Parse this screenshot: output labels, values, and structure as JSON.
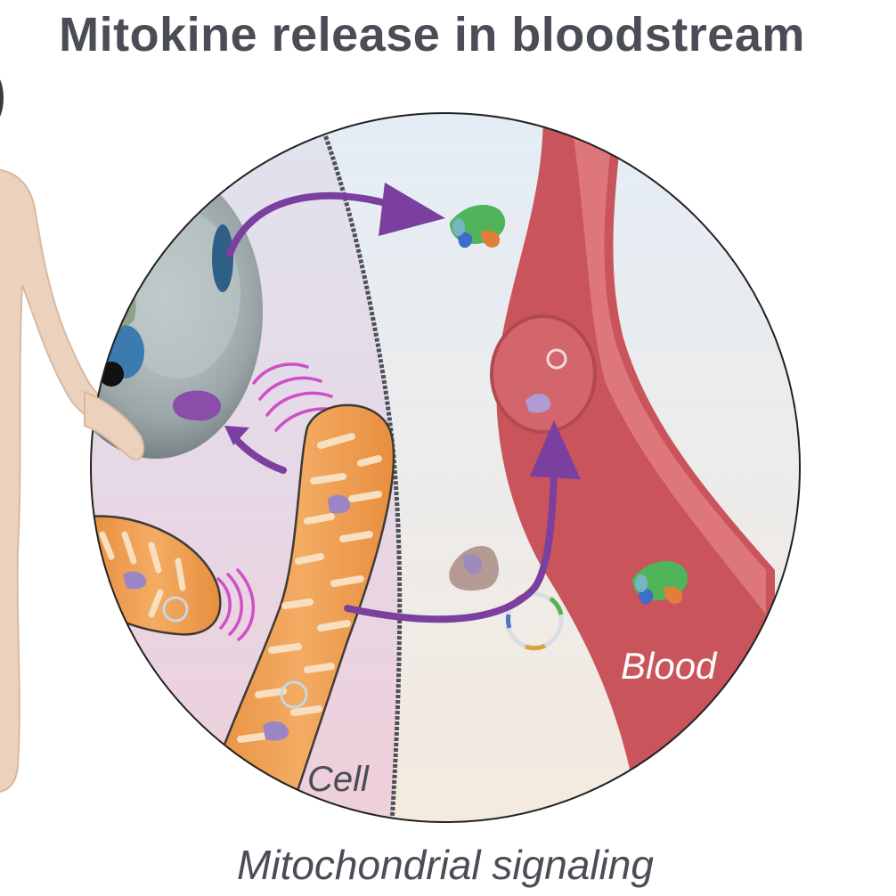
{
  "title": "Mitokine release in bloodstream",
  "caption": "Mitochondrial signaling",
  "labels": {
    "cell": "Cell",
    "blood": "Blood"
  },
  "colors": {
    "title_text": "#4a4d55",
    "arrow": "#7b3fa0",
    "mito_orange": "#f0a35a",
    "vessel_red": "#c9545b",
    "cell_bg": "#e9dcea",
    "extracellular_bg": "#eef2f7",
    "nucleus_gray": "#a8b2b6"
  },
  "icons": [
    "human-body-silhouette",
    "nucleus-icon",
    "mitochondrion-icon",
    "protein-icon",
    "mtdna-ring-icon",
    "signal-wave-icon",
    "blood-vessel-icon"
  ]
}
